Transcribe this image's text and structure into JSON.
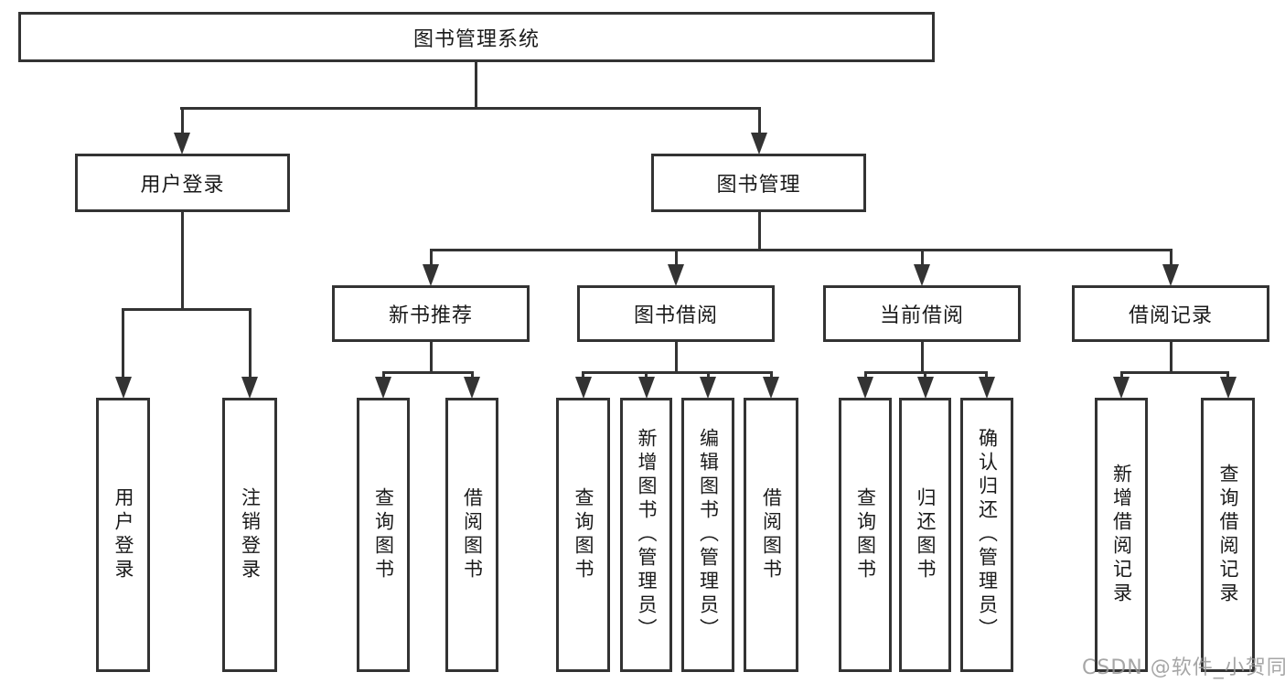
{
  "diagram": {
    "root": {
      "label": "图书管理系统"
    },
    "level2": [
      {
        "label": "用户登录"
      },
      {
        "label": "图书管理"
      }
    ],
    "level3": [
      {
        "label": "新书推荐"
      },
      {
        "label": "图书借阅"
      },
      {
        "label": "当前借阅"
      },
      {
        "label": "借阅记录"
      }
    ],
    "leaves": {
      "login": [
        {
          "label": "用户登录"
        },
        {
          "label": "注销登录"
        }
      ],
      "newbook": [
        {
          "label": "查询图书"
        },
        {
          "label": "借阅图书"
        }
      ],
      "borrow": [
        {
          "label": "查询图书"
        },
        {
          "label": "新增图书（管理员）"
        },
        {
          "label": "编辑图书（管理员）"
        },
        {
          "label": "借阅图书"
        }
      ],
      "current": [
        {
          "label": "查询图书"
        },
        {
          "label": "归还图书"
        },
        {
          "label": "确认归还（管理员）"
        }
      ],
      "records": [
        {
          "label": "新增借阅记录"
        },
        {
          "label": "查询借阅记录"
        }
      ]
    },
    "watermark": "CSDN @软件_小贺同学",
    "colors": {
      "line": "#333333",
      "box_fill": "#ffffff",
      "text": "#1a1a1a",
      "watermark": "#969696"
    }
  }
}
